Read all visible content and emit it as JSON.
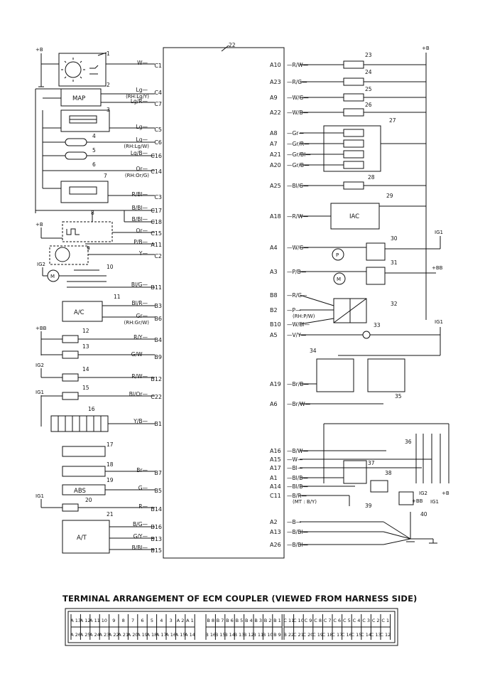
{
  "diagram": {
    "ecm_number": "22",
    "caption": "TERMINAL ARRANGEMENT OF ECM COUPLER (VIEWED FROM HARNESS SIDE)",
    "power_labels": {
      "plus_b": "+B",
      "plus_bb": "+BB",
      "ig1": "IG1",
      "ig2": "IG2"
    },
    "left_pins": [
      {
        "pin": "C1",
        "wire": "W",
        "alt": ""
      },
      {
        "pin": "C4",
        "wire": "Lg",
        "alt": "(RH:Lg/Y)"
      },
      {
        "pin": "C7",
        "wire": "Lg/R",
        "alt": ""
      },
      {
        "pin": "C5",
        "wire": "Lg",
        "alt": ""
      },
      {
        "pin": "C6",
        "wire": "Lg",
        "alt": "(RH:Lg/W)"
      },
      {
        "pin": "C16",
        "wire": "Lg/B",
        "alt": ""
      },
      {
        "pin": "C14",
        "wire": "Or",
        "alt": "(RH:Or/G)"
      },
      {
        "pin": "C3",
        "wire": "R/Bl",
        "alt": ""
      },
      {
        "pin": "C17",
        "wire": "B/Bl",
        "alt": ""
      },
      {
        "pin": "C18",
        "wire": "B/Bl",
        "alt": ""
      },
      {
        "pin": "C15",
        "wire": "Or",
        "alt": ""
      },
      {
        "pin": "A11",
        "wire": "P/B",
        "alt": ""
      },
      {
        "pin": "C2",
        "wire": "Y",
        "alt": ""
      },
      {
        "pin": "B11",
        "wire": "Bl/G",
        "alt": ""
      },
      {
        "pin": "B3",
        "wire": "Bl/R",
        "alt": ""
      },
      {
        "pin": "B6",
        "wire": "Gr",
        "alt": "(RH:Gr/W)"
      },
      {
        "pin": "B4",
        "wire": "R/Y",
        "alt": ""
      },
      {
        "pin": "B9",
        "wire": "G/W",
        "alt": ""
      },
      {
        "pin": "B12",
        "wire": "R/W",
        "alt": ""
      },
      {
        "pin": "C22",
        "wire": "Bl/Or",
        "alt": ""
      },
      {
        "pin": "B1",
        "wire": "Y/B",
        "alt": ""
      },
      {
        "pin": "B7",
        "wire": "Br",
        "alt": ""
      },
      {
        "pin": "B5",
        "wire": "G",
        "alt": ""
      },
      {
        "pin": "B14",
        "wire": "R",
        "alt": ""
      },
      {
        "pin": "B16",
        "wire": "B/G",
        "alt": ""
      },
      {
        "pin": "B13",
        "wire": "G/Y",
        "alt": ""
      },
      {
        "pin": "B15",
        "wire": "B/Bl",
        "alt": ""
      }
    ],
    "right_pins": [
      {
        "pin": "A10",
        "wire": "R/W",
        "alt": ""
      },
      {
        "pin": "A23",
        "wire": "R/G",
        "alt": ""
      },
      {
        "pin": "A9",
        "wire": "W/G",
        "alt": ""
      },
      {
        "pin": "A22",
        "wire": "W/B",
        "alt": ""
      },
      {
        "pin": "A8",
        "wire": "Gr",
        "alt": ""
      },
      {
        "pin": "A7",
        "wire": "Gr/R",
        "alt": ""
      },
      {
        "pin": "A21",
        "wire": "Gr/Bl",
        "alt": ""
      },
      {
        "pin": "A20",
        "wire": "Gr/B",
        "alt": ""
      },
      {
        "pin": "A25",
        "wire": "Bl/G",
        "alt": ""
      },
      {
        "pin": "A18",
        "wire": "R/W",
        "alt": ""
      },
      {
        "pin": "A4",
        "wire": "W/G",
        "alt": ""
      },
      {
        "pin": "A3",
        "wire": "P/B",
        "alt": ""
      },
      {
        "pin": "B8",
        "wire": "R/G",
        "alt": ""
      },
      {
        "pin": "B2",
        "wire": "P",
        "alt": "(RH:P/W)"
      },
      {
        "pin": "B10",
        "wire": "W/Bl",
        "alt": ""
      },
      {
        "pin": "A5",
        "wire": "V/Y",
        "alt": ""
      },
      {
        "pin": "A19",
        "wire": "Br/B",
        "alt": ""
      },
      {
        "pin": "A6",
        "wire": "Br/W",
        "alt": ""
      },
      {
        "pin": "A16",
        "wire": "B/W",
        "alt": ""
      },
      {
        "pin": "A15",
        "wire": "W",
        "alt": ""
      },
      {
        "pin": "A17",
        "wire": "Bl",
        "alt": ""
      },
      {
        "pin": "A1",
        "wire": "Bl/B",
        "alt": ""
      },
      {
        "pin": "A14",
        "wire": "Bl/B",
        "alt": ""
      },
      {
        "pin": "C11",
        "wire": "B/R",
        "alt": "(MT : B/Y)"
      },
      {
        "pin": "A2",
        "wire": "B",
        "alt": ""
      },
      {
        "pin": "A13",
        "wire": "B/Bl",
        "alt": ""
      },
      {
        "pin": "A26",
        "wire": "B/Bl",
        "alt": ""
      }
    ],
    "components": {
      "map": "MAP",
      "ac": "A/C",
      "abs": "ABS",
      "at": "A/T",
      "iac": "IAC",
      "pump": "P",
      "motor": "M"
    },
    "numbers": [
      "1",
      "2",
      "3",
      "4",
      "5",
      "6",
      "7",
      "8",
      "9",
      "10",
      "11",
      "12",
      "13",
      "14",
      "15",
      "16",
      "17",
      "18",
      "19",
      "20",
      "21",
      "23",
      "24",
      "25",
      "26",
      "27",
      "28",
      "29",
      "30",
      "31",
      "32",
      "33",
      "34",
      "35",
      "36",
      "37",
      "38",
      "39",
      "40"
    ],
    "coupler": {
      "block_a": {
        "top": [
          "A 13",
          "A 12",
          "A 11",
          "10",
          "9",
          "8",
          "7",
          "6",
          "5",
          "4",
          "3",
          "A 2",
          "A 1"
        ],
        "bottom": [
          "A 26",
          "A 25",
          "A 24",
          "A 23",
          "A 22",
          "A 21",
          "A 20",
          "A 19",
          "A 18",
          "A 17",
          "A 16",
          "A 15",
          "A 14"
        ]
      },
      "block_b": {
        "top": [
          "B 8",
          "B 7",
          "B 6",
          "B 5",
          "B 4",
          "B 3",
          "B 2",
          "B 1"
        ],
        "bottom": [
          "B 16",
          "B 15",
          "B 14",
          "B 13",
          "B 12",
          "B 11",
          "B 10",
          "B 9"
        ]
      },
      "block_c": {
        "top": [
          "C 11",
          "C 10",
          "C 9",
          "C 8",
          "C 7",
          "C 6",
          "C 5",
          "C 4",
          "C 3",
          "C 2",
          "C 1"
        ],
        "bottom": [
          "B 22",
          "C 21",
          "C 20",
          "C 19",
          "C 18",
          "C 17",
          "C 16",
          "C 15",
          "C 14",
          "C 13",
          "C 12"
        ]
      }
    }
  }
}
